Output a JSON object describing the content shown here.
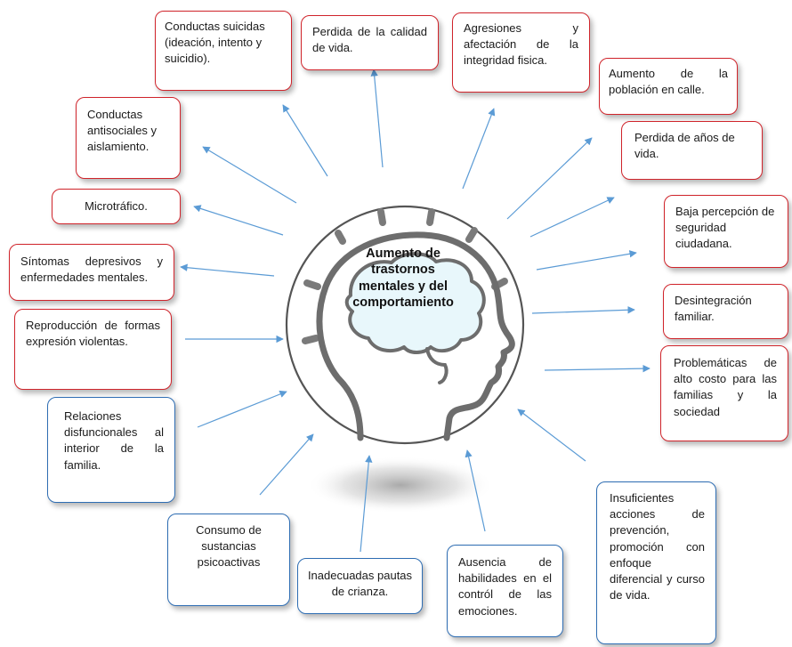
{
  "center": {
    "title": "Aumento de trastornos mentales y del comportamiento"
  },
  "colors": {
    "effect_border": "#d0242b",
    "cause_border": "#2e6db3",
    "arrow": "#5b9bd5",
    "head_fill": "#e8f7fb"
  },
  "effects": [
    {
      "id": "suicidal",
      "text": "Conductas suicidas (ideación, intento y suicidio)."
    },
    {
      "id": "quality",
      "text": "Perdida de la calidad de vida."
    },
    {
      "id": "aggression",
      "text": "Agresiones y afectación de la integridad fisica."
    },
    {
      "id": "street",
      "text": "Aumento de la población en calle."
    },
    {
      "id": "years",
      "text": "Perdida de años de vida."
    },
    {
      "id": "security",
      "text": "Baja percepción de seguridad ciudadana."
    },
    {
      "id": "family-dis",
      "text": "Desintegración familiar."
    },
    {
      "id": "costly",
      "text": "Problemáticas de alto costo para las familias y la sociedad"
    },
    {
      "id": "antisocial",
      "text": "Conductas antisociales y aislamiento."
    },
    {
      "id": "micro",
      "text": "Microtráfico."
    },
    {
      "id": "depressive",
      "text": "Síntomas depresivos y enfermedades mentales."
    },
    {
      "id": "violent",
      "text": "Reproducción de formas expresión violentas."
    }
  ],
  "causes": [
    {
      "id": "relations",
      "text": "Relaciones disfuncionales al interior de la familia."
    },
    {
      "id": "substances",
      "text": "Consumo de sustancias psicoactivas"
    },
    {
      "id": "parenting",
      "text": "Inadecuadas pautas de crianza."
    },
    {
      "id": "skills",
      "text": "Ausencia de habilidades en el contról de las emociones."
    },
    {
      "id": "actions",
      "text": "Insuficientes acciones de prevención, promoción con enfoque diferencial y curso de vida."
    }
  ]
}
